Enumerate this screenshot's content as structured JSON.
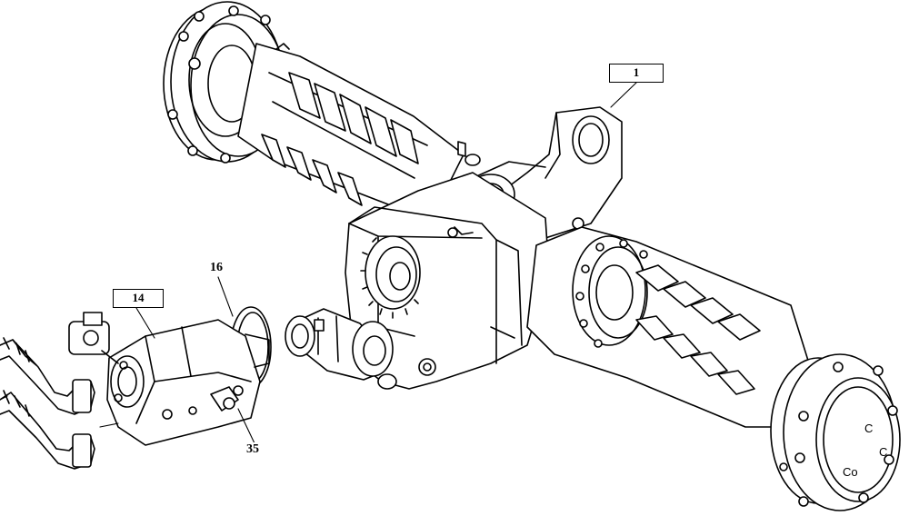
{
  "callouts": {
    "assembly": "1",
    "motor": "14",
    "oring": "16",
    "fitting": "35"
  },
  "hub_marks": {
    "mark_a": "C",
    "mark_b": "C",
    "mark_c": "Co"
  }
}
